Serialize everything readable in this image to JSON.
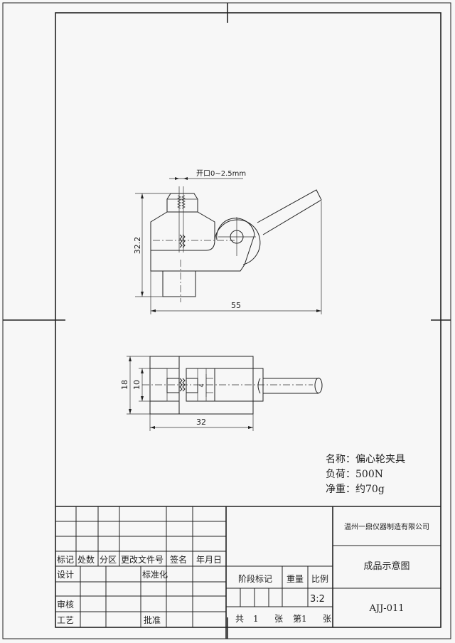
{
  "drawing": {
    "opening_dim": "开口0~2.5mm",
    "height_dim": "32.2",
    "length_dim": "55",
    "width_dim_outer": "18",
    "width_dim_inner": "10",
    "width_dim_small": "4",
    "bottom_length_dim": "32"
  },
  "notes": {
    "name": "名称：偏心轮夹具",
    "load": "负荷：500N",
    "weight": "净重：约70g"
  },
  "title_block": {
    "header": [
      "标记",
      "处数",
      "分区",
      "更改文件号",
      "签名",
      "年月日"
    ],
    "design": "设计",
    "standardization": "标准化",
    "review": "审核",
    "process": "工艺",
    "approve": "批准",
    "stage_mark": "阶段标记",
    "weight": "重量",
    "scale_label": "比例",
    "scale": "3:2",
    "total": "共",
    "total_n": "1",
    "sheet": "张",
    "page": "第1",
    "sheet2": "张",
    "company": "温州一鼎仪器制造有限公司",
    "drawing_title": "成品示意图",
    "drawing_no": "AJJ-011"
  }
}
